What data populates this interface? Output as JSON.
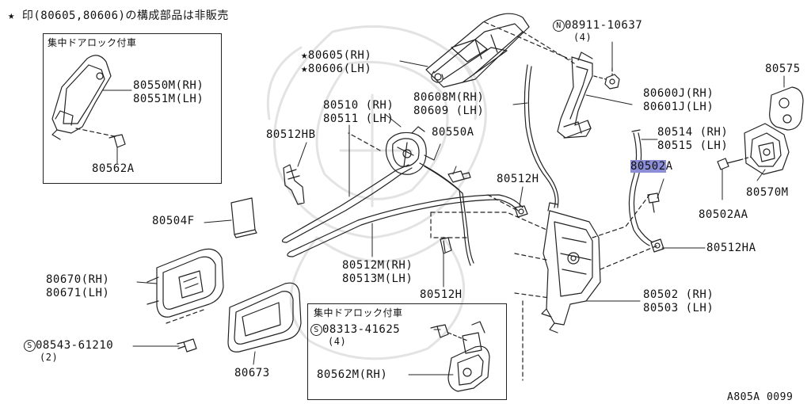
{
  "header_note": "★ 印(80605,80606)の構成部品は非販売",
  "footer_code": "A805A 0099",
  "inset_top": {
    "title": "集中ドアロック付車",
    "labels": [
      "80550M(RH)",
      "80551M(LH)",
      "80562A"
    ]
  },
  "inset_bottom": {
    "title": "集中ドアロック付車",
    "screw": "08313-41625",
    "screw_qty": "(4)",
    "actuator": "80562M(RH)",
    "screw_prefix": "S"
  },
  "parts": {
    "p80605": "★80605(RH)",
    "p80606": "★80606(LH)",
    "p80608": "80608M(RH)",
    "p80609": "80609 (LH)",
    "p80510": "80510 (RH)",
    "p80511": "80511 (LH)",
    "p80512hb": "80512HB",
    "p80550a": "80550A",
    "p80512h_a": "80512H",
    "p80504f": "80504F",
    "p80512m": "80512M(RH)",
    "p80513m": "80513M(LH)",
    "p80512h_b": "80512H",
    "p80670": "80670(RH)",
    "p80671": "80671(LH)",
    "p08543": "08543-61210",
    "p08543_qty": "(2)",
    "p08543_prefix": "S",
    "p80673": "80673",
    "p08911": "08911-10637",
    "p08911_qty": "(4)",
    "p08911_prefix": "N",
    "p80600j": "80600J(RH)",
    "p80601j": "80601J(LH)",
    "p80575": "80575",
    "p80514": "80514 (RH)",
    "p80515": "80515 (LH)",
    "p80502a_hl": "80502",
    "p80502a_tail": "A",
    "p80570m": "80570M",
    "p80502aa": "80502AA",
    "p80512ha": "80512HA",
    "p80502": "80502 (RH)",
    "p80503": "80503 (LH)"
  }
}
